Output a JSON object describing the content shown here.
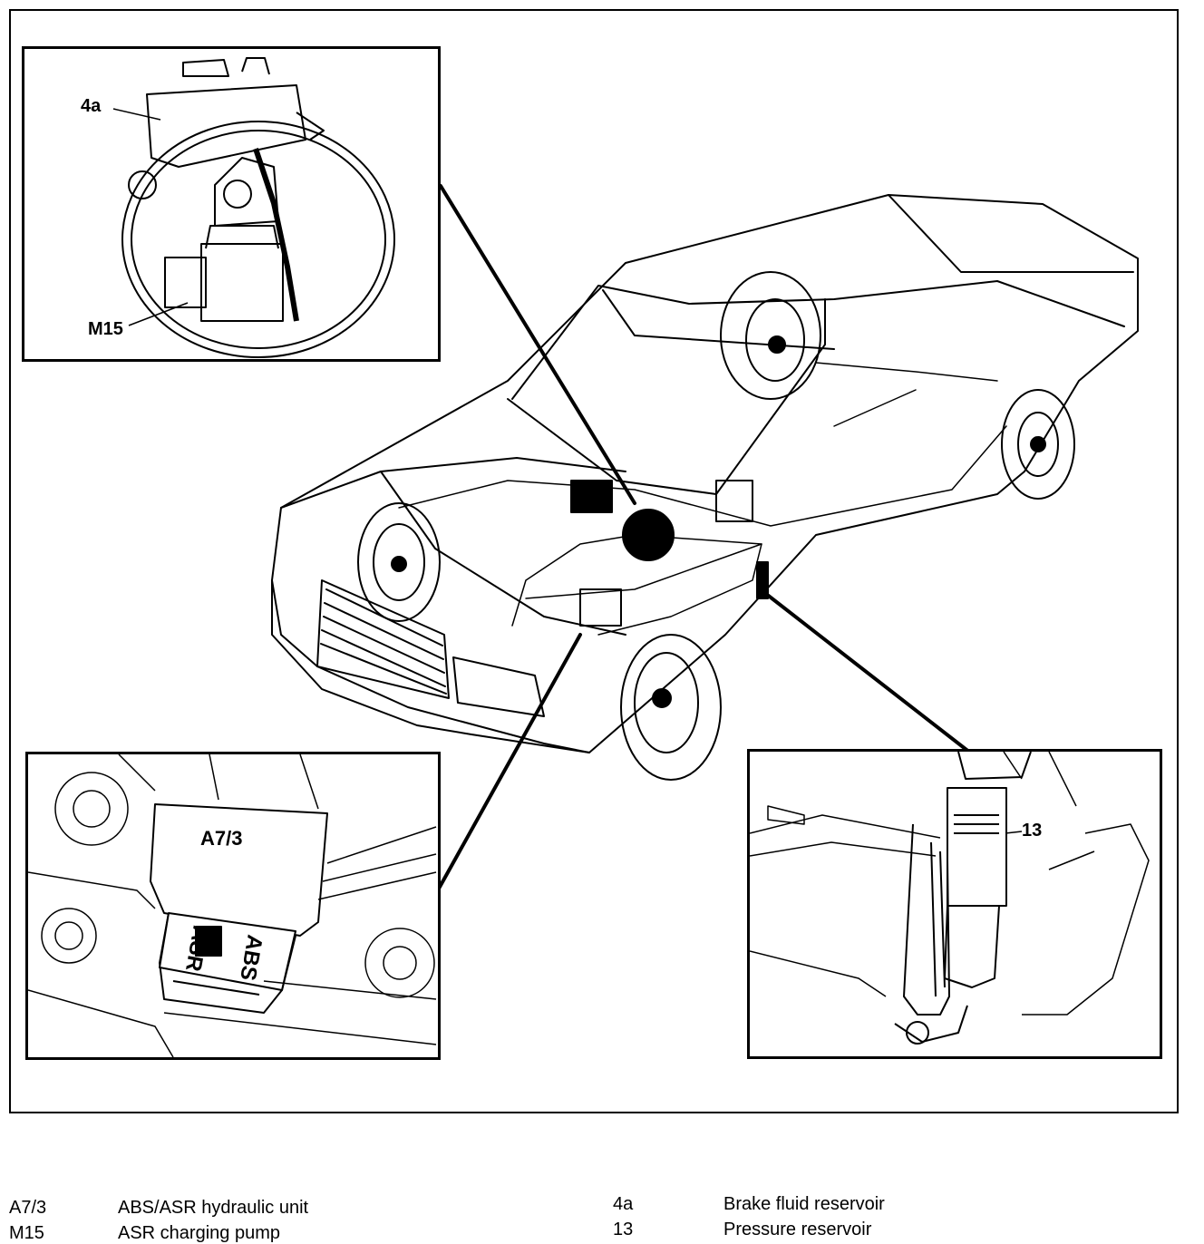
{
  "callouts": {
    "reservoir_tag": "4a",
    "pump_tag": "M15",
    "hydraulic_unit_tag": "A7/3",
    "pressure_reservoir_tag": "13"
  },
  "component_labels": {
    "abs": "ABS",
    "asr": "ASR"
  },
  "legend": [
    {
      "code": "A7/3",
      "description": "ABS/ASR hydraulic unit"
    },
    {
      "code": "M15",
      "description": "ASR charging pump"
    },
    {
      "code": "4a",
      "description": "Brake fluid reservoir"
    },
    {
      "code": "13",
      "description": "Pressure reservoir"
    }
  ],
  "colors": {
    "line": "#000000",
    "paper": "#ffffff"
  }
}
